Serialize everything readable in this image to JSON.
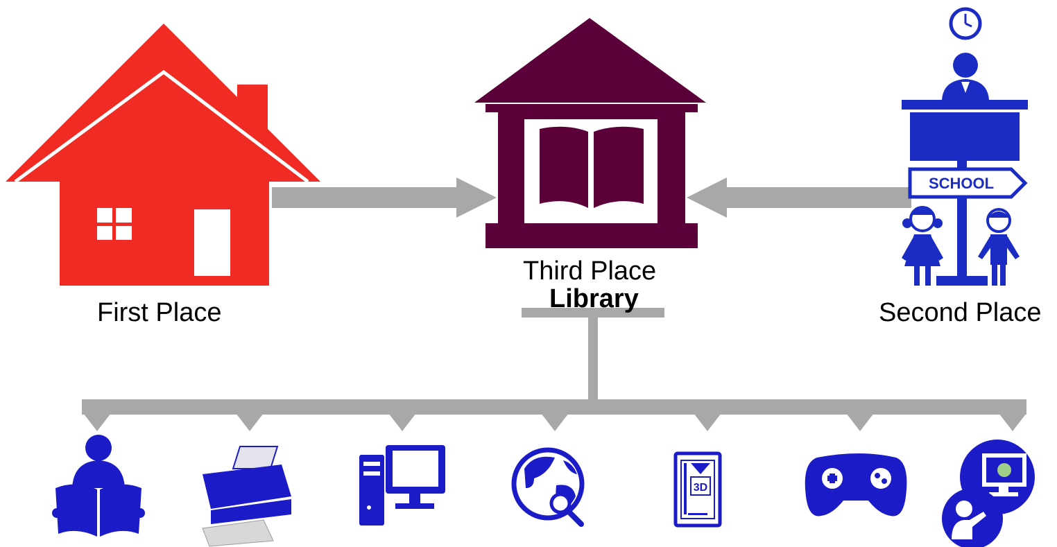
{
  "diagram": {
    "first_place_label": "First Place",
    "second_place_label": "Second Place",
    "third_place_label": "Third Place",
    "library_label": "Library",
    "school_sign_text": "SCHOOL",
    "printer_3d_text": "3D",
    "colors": {
      "house": "#ef2b24",
      "library": "#5c003a",
      "school": "#1b2cc4",
      "icons": "#1b1bc8",
      "connector": "#a8a8a8"
    },
    "services": [
      {
        "name": "reading",
        "icon": "reader-icon"
      },
      {
        "name": "printing",
        "icon": "printer-icon"
      },
      {
        "name": "computers",
        "icon": "desktop-computer-icon"
      },
      {
        "name": "internet-search",
        "icon": "globe-search-icon"
      },
      {
        "name": "3d-printing",
        "icon": "3d-printer-icon"
      },
      {
        "name": "gaming",
        "icon": "gamepad-icon"
      },
      {
        "name": "teaching",
        "icon": "teacher-presentation-icon"
      }
    ]
  }
}
